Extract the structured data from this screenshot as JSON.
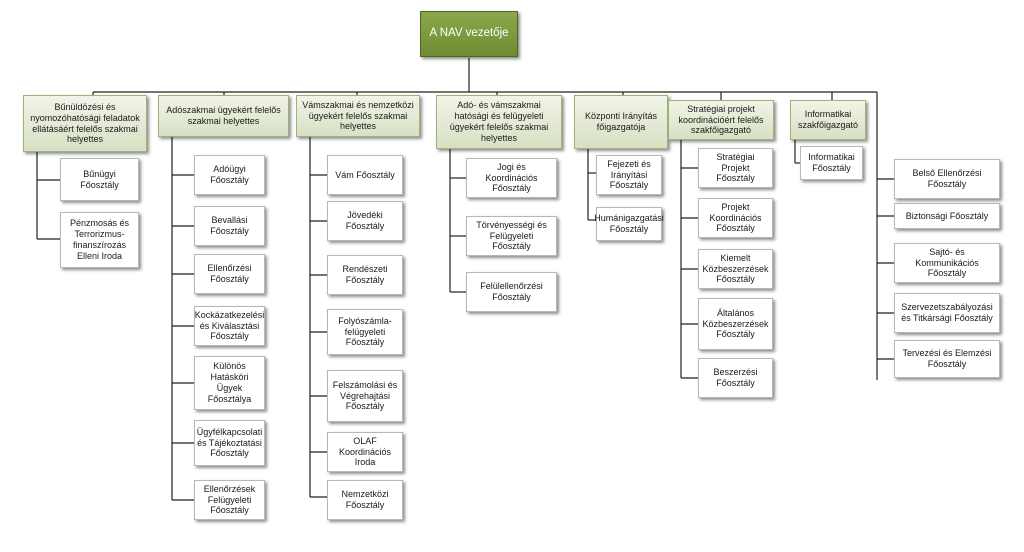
{
  "root": "A NAV vezetője",
  "deputies": [
    {
      "label": "Bűnüldözési és nyomozóhatósági feladatok ellátásáért felelős szakmai helyettes",
      "units": [
        "Bűnügyi Főosztály",
        "Pénzmosás és Terrorizmus-finanszírozás Elleni Iroda"
      ]
    },
    {
      "label": "Adószakmai ügyekért felelős szakmai helyettes",
      "units": [
        "Adóügyi Főosztály",
        "Bevallási Főosztály",
        "Ellenőrzési Főosztály",
        "Kockázatkezelési és Kiválasztási Főosztály",
        "Különös Hatásköri Ügyek Főosztálya",
        "Ügyfélkapcsolati és Tájékoztatási Főosztály",
        "Ellenőrzések Felügyeleti Főosztály"
      ]
    },
    {
      "label": "Vámszakmai és nemzetközi ügyekért felelős szakmai helyettes",
      "units": [
        "Vám Főosztály",
        "Jövedéki Főosztály",
        "Rendészeti Főosztály",
        "Folyószámla-felügyeleti Főosztály",
        "Felszámolási és Végrehajtási Főosztály",
        "OLAF Koordinációs Iroda",
        "Nemzetközi Főosztály"
      ]
    },
    {
      "label": "Adó- és vámszakmai hatósági és felügyeleti ügyekért felelős szakmai helyettes",
      "units": [
        "Jogi és Koordinációs Főosztály",
        "Törvényességi és Felügyeleti Főosztály",
        "Felülellenőrzési Főosztály"
      ]
    },
    {
      "label": "Központi Irányítás főigazgatója",
      "units": [
        "Fejezeti és Irányítási Főosztály",
        "Humánigazgatási Főosztály"
      ]
    },
    {
      "label": "Stratégiai projekt koordinációért felelős szakfőigazgató",
      "units": [
        "Stratégiai Projekt Főosztály",
        "Projekt Koordinációs Főosztály",
        "Kiemelt Közbeszerzések Főosztály",
        "Általános Közbeszerzések Főosztály",
        "Beszerzési Főosztály"
      ]
    },
    {
      "label": "Informatikai szakfőigazgató",
      "units": [
        "Informatikai Főosztály"
      ]
    }
  ],
  "direct_units": [
    "Belső Ellenőrzési Főosztály",
    "Biztonsági Főosztály",
    "Sajtó- és Kommunikációs Főosztály",
    "Szervezetszabályozási és Titkársági Főosztály",
    "Tervezési és Elemzési Főosztály"
  ]
}
